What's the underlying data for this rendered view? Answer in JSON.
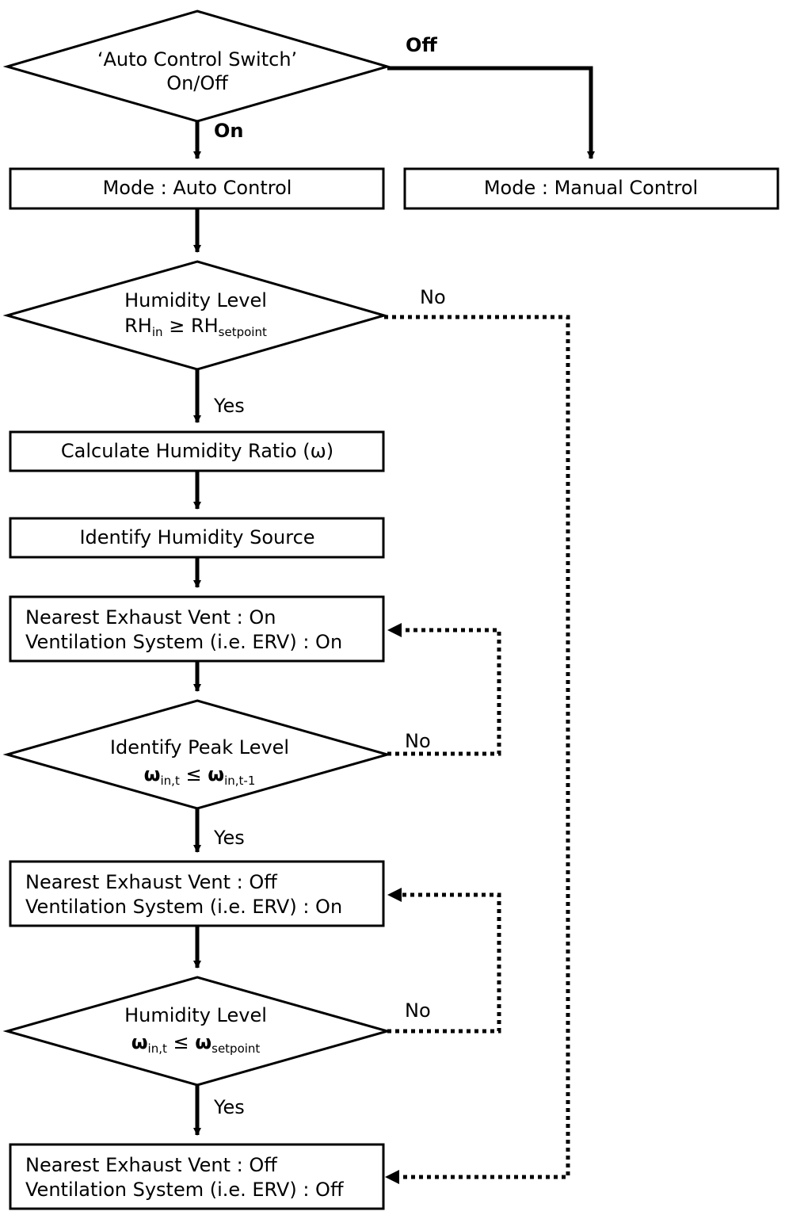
{
  "decision_auto_switch": {
    "line1": "‘Auto Control Switch’",
    "line2": "On/Off"
  },
  "edge_off": "Off",
  "edge_on": "On",
  "box_auto": "Mode : Auto Control",
  "box_manual": "Mode : Manual Control",
  "decision_humidity1": {
    "title": "Humidity Level",
    "lhs": "RH",
    "lhs_sub": "in",
    "op": "≥",
    "rhs": "RH",
    "rhs_sub": "setpoint"
  },
  "edge_no_1": "No",
  "edge_yes_1": "Yes",
  "box_calc": "Calculate Humidity Ratio (ω)",
  "box_identify_source": "Identify Humidity Source",
  "box_vent_on": {
    "line1": "Nearest Exhaust Vent : On",
    "line2": "Ventilation System (i.e. ERV) : On"
  },
  "decision_peak": {
    "title": "Identify Peak Level",
    "lhs": "ω",
    "lhs_sub": "in,t",
    "op": "≤",
    "rhs": "ω",
    "rhs_sub": "in,t-1"
  },
  "edge_no_2": "No",
  "edge_yes_2": "Yes",
  "box_vent_off_erv_on": {
    "line1": "Nearest Exhaust Vent : Off",
    "line2": "Ventilation System (i.e. ERV) : On"
  },
  "decision_humidity2": {
    "title": "Humidity Level",
    "lhs": "ω",
    "lhs_sub": "in,t",
    "op": "≤",
    "rhs": "ω",
    "rhs_sub": "setpoint"
  },
  "edge_no_3": "No",
  "edge_yes_3": "Yes",
  "box_all_off": {
    "line1": "Nearest Exhaust Vent : Off",
    "line2": "Ventilation System (i.e. ERV) : Off"
  }
}
